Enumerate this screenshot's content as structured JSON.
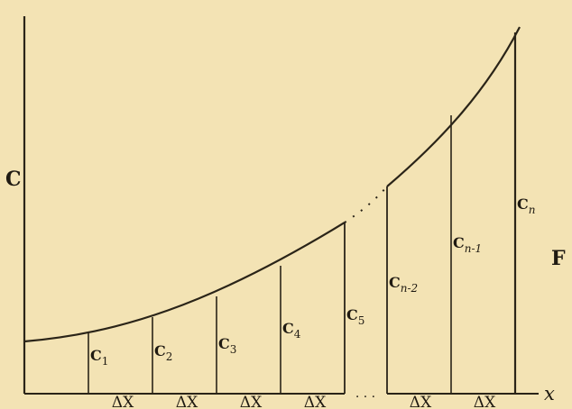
{
  "diagram": {
    "axis_label_vertical": "C",
    "axis_label_horizontal": "x",
    "side_label": "F",
    "strips_left": [
      {
        "c_main": "C",
        "c_sub": "1"
      },
      {
        "c_main": "C",
        "c_sub": "2"
      },
      {
        "c_main": "C",
        "c_sub": "3"
      },
      {
        "c_main": "C",
        "c_sub": "4"
      },
      {
        "c_main": "C",
        "c_sub": "5"
      }
    ],
    "strips_right": [
      {
        "c_main": "C",
        "c_sub": "n-2"
      },
      {
        "c_main": "C",
        "c_sub": "n-1"
      },
      {
        "c_main": "C",
        "c_sub": "n"
      }
    ],
    "delta_labels": [
      "ΔX",
      "ΔX",
      "ΔX",
      "ΔX",
      "ΔX",
      "ΔX"
    ],
    "ellipsis": ". . ."
  }
}
